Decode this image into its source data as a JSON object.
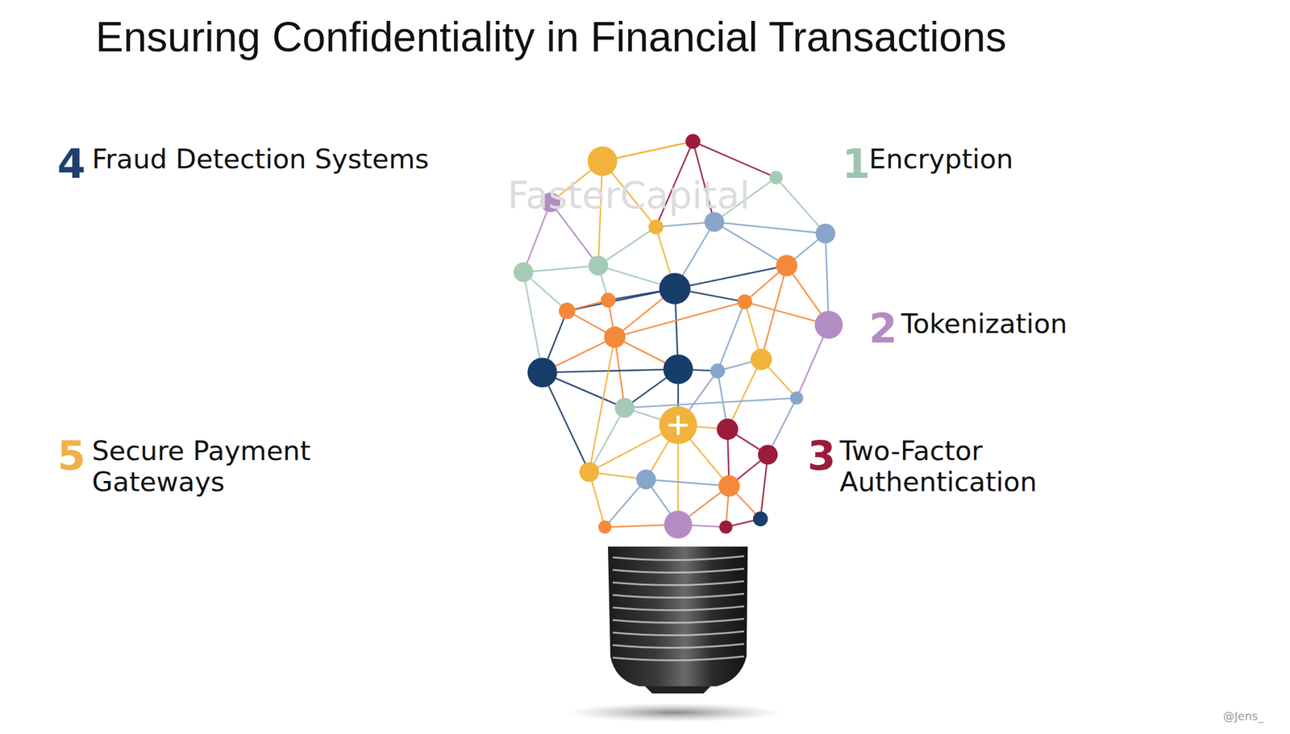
{
  "diagram": {
    "title": "Ensuring Confidentiality in Financial Transactions",
    "labels": [
      "4",
      "Fraud Detection Systems",
      "1",
      "Encryption",
      "2",
      "Tokenization",
      "3",
      "Two-Factor Authentication",
      "5",
      "Secure Payment Gateways",
      "FasterCapital",
      "@Jens_"
    ]
  }
}
